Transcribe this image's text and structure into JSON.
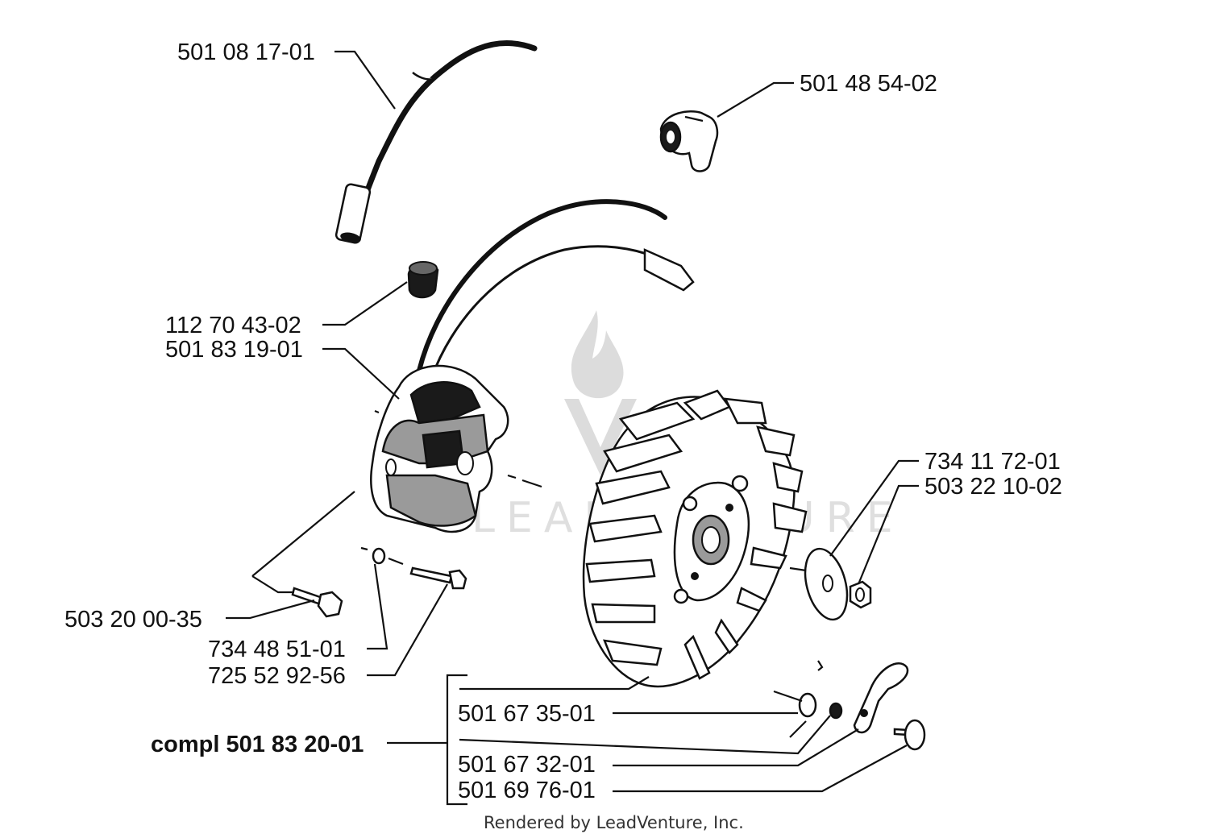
{
  "watermark": {
    "text": "LEADVENTURE"
  },
  "credit": "Rendered by LeadVenture, Inc.",
  "labels": {
    "p1": "501 08 17-01",
    "p2": "501 48 54-02",
    "p3": "112 70 43-02",
    "p4": "501 83 19-01",
    "p5": "734 11 72-01",
    "p6": "503 22 10-02",
    "p7": "503 20 00-35",
    "p8": "734 48 51-01",
    "p9": "725 52 92-56",
    "p10": "501 67 35-01",
    "p11": "compl 501 83 20-01",
    "p12": "501 67 32-01",
    "p13": "501 69 76-01"
  }
}
